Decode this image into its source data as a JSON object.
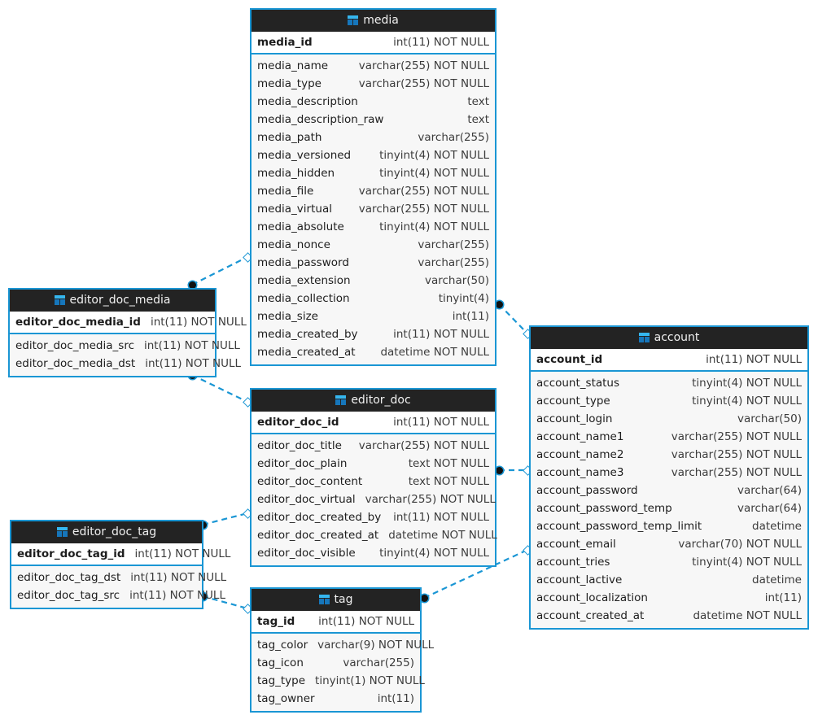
{
  "diagram": {
    "title": "Database ER Diagram",
    "icon": "table-icon",
    "accent_color": "#1a96d4",
    "header_bg": "#232323",
    "body_bg": "#f7f7f7",
    "link_color": "#1a96d4"
  },
  "entities": [
    {
      "name": "media",
      "pk": {
        "name": "media_id",
        "type": "int(11) NOT NULL"
      },
      "attributes": [
        {
          "name": "media_name",
          "type": "varchar(255) NOT NULL"
        },
        {
          "name": "media_type",
          "type": "varchar(255) NOT NULL"
        },
        {
          "name": "media_description",
          "type": "text"
        },
        {
          "name": "media_description_raw",
          "type": "text"
        },
        {
          "name": "media_path",
          "type": "varchar(255)"
        },
        {
          "name": "media_versioned",
          "type": "tinyint(4) NOT NULL"
        },
        {
          "name": "media_hidden",
          "type": "tinyint(4) NOT NULL"
        },
        {
          "name": "media_file",
          "type": "varchar(255) NOT NULL"
        },
        {
          "name": "media_virtual",
          "type": "varchar(255) NOT NULL"
        },
        {
          "name": "media_absolute",
          "type": "tinyint(4) NOT NULL"
        },
        {
          "name": "media_nonce",
          "type": "varchar(255)"
        },
        {
          "name": "media_password",
          "type": "varchar(255)"
        },
        {
          "name": "media_extension",
          "type": "varchar(50)"
        },
        {
          "name": "media_collection",
          "type": "tinyint(4)"
        },
        {
          "name": "media_size",
          "type": "int(11)"
        },
        {
          "name": "media_created_by",
          "type": "int(11) NOT NULL"
        },
        {
          "name": "media_created_at",
          "type": "datetime NOT NULL"
        }
      ]
    },
    {
      "name": "account",
      "pk": {
        "name": "account_id",
        "type": "int(11) NOT NULL"
      },
      "attributes": [
        {
          "name": "account_status",
          "type": "tinyint(4) NOT NULL"
        },
        {
          "name": "account_type",
          "type": "tinyint(4) NOT NULL"
        },
        {
          "name": "account_login",
          "type": "varchar(50)"
        },
        {
          "name": "account_name1",
          "type": "varchar(255) NOT NULL"
        },
        {
          "name": "account_name2",
          "type": "varchar(255) NOT NULL"
        },
        {
          "name": "account_name3",
          "type": "varchar(255) NOT NULL"
        },
        {
          "name": "account_password",
          "type": "varchar(64)"
        },
        {
          "name": "account_password_temp",
          "type": "varchar(64)"
        },
        {
          "name": "account_password_temp_limit",
          "type": "datetime"
        },
        {
          "name": "account_email",
          "type": "varchar(70) NOT NULL"
        },
        {
          "name": "account_tries",
          "type": "tinyint(4) NOT NULL"
        },
        {
          "name": "account_lactive",
          "type": "datetime"
        },
        {
          "name": "account_localization",
          "type": "int(11)"
        },
        {
          "name": "account_created_at",
          "type": "datetime NOT NULL"
        }
      ]
    },
    {
      "name": "editor_doc",
      "pk": {
        "name": "editor_doc_id",
        "type": "int(11) NOT NULL"
      },
      "attributes": [
        {
          "name": "editor_doc_title",
          "type": "varchar(255) NOT NULL"
        },
        {
          "name": "editor_doc_plain",
          "type": "text NOT NULL"
        },
        {
          "name": "editor_doc_content",
          "type": "text NOT NULL"
        },
        {
          "name": "editor_doc_virtual",
          "type": "varchar(255) NOT NULL"
        },
        {
          "name": "editor_doc_created_by",
          "type": "int(11) NOT NULL"
        },
        {
          "name": "editor_doc_created_at",
          "type": "datetime NOT NULL"
        },
        {
          "name": "editor_doc_visible",
          "type": "tinyint(4) NOT NULL"
        }
      ]
    },
    {
      "name": "editor_doc_media",
      "pk": {
        "name": "editor_doc_media_id",
        "type": "int(11) NOT NULL"
      },
      "attributes": [
        {
          "name": "editor_doc_media_src",
          "type": "int(11) NOT NULL"
        },
        {
          "name": "editor_doc_media_dst",
          "type": "int(11) NOT NULL"
        }
      ]
    },
    {
      "name": "editor_doc_tag",
      "pk": {
        "name": "editor_doc_tag_id",
        "type": "int(11) NOT NULL"
      },
      "attributes": [
        {
          "name": "editor_doc_tag_dst",
          "type": "int(11) NOT NULL"
        },
        {
          "name": "editor_doc_tag_src",
          "type": "int(11) NOT NULL"
        }
      ]
    },
    {
      "name": "tag",
      "pk": {
        "name": "tag_id",
        "type": "int(11) NOT NULL"
      },
      "attributes": [
        {
          "name": "tag_color",
          "type": "varchar(9) NOT NULL"
        },
        {
          "name": "tag_icon",
          "type": "varchar(255)"
        },
        {
          "name": "tag_type",
          "type": "tinyint(1) NOT NULL"
        },
        {
          "name": "tag_owner",
          "type": "int(11)"
        }
      ]
    }
  ],
  "relationships": [
    {
      "from": "editor_doc_media",
      "to": "media"
    },
    {
      "from": "editor_doc_media",
      "to": "editor_doc"
    },
    {
      "from": "media",
      "to": "account"
    },
    {
      "from": "editor_doc",
      "to": "account"
    },
    {
      "from": "editor_doc_tag",
      "to": "editor_doc"
    },
    {
      "from": "editor_doc_tag",
      "to": "tag"
    },
    {
      "from": "tag",
      "to": "account"
    }
  ]
}
